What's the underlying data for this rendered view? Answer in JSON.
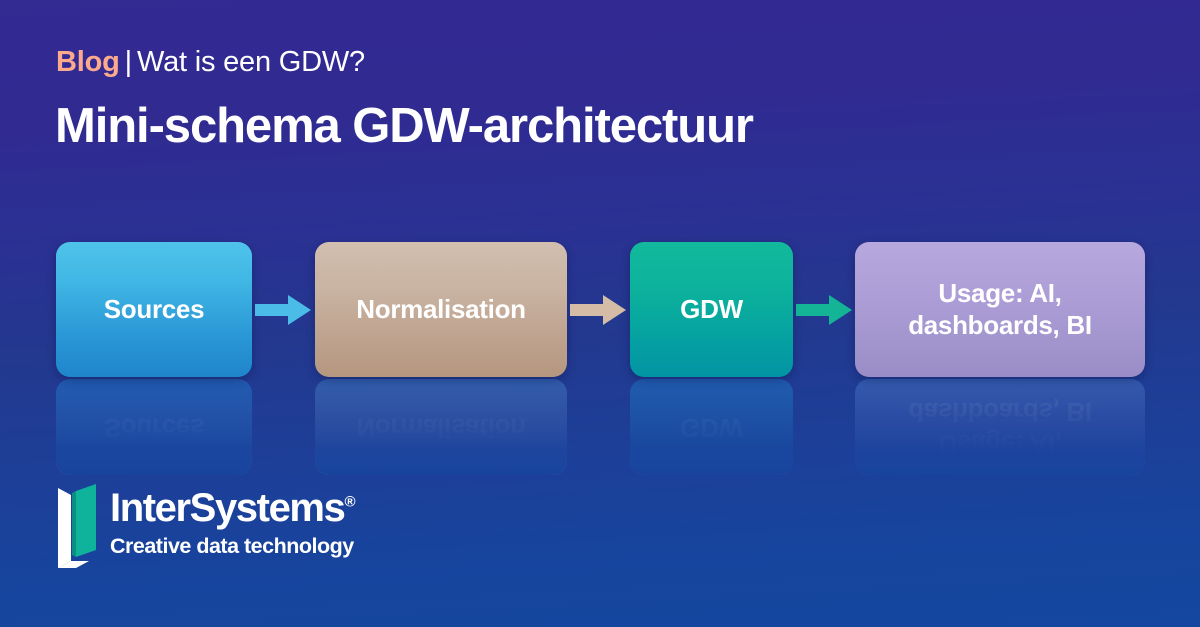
{
  "background": {
    "gradient_top": "#332a92",
    "gradient_bottom": "#14479f"
  },
  "header": {
    "eyebrow_label": "Blog",
    "eyebrow_separator": "|",
    "eyebrow_subtitle": "Wat is een GDW?",
    "eyebrow_label_color": "#fca98e",
    "title": "Mini-schema GDW-architectuur",
    "title_color": "#ffffff"
  },
  "diagram": {
    "nodes": [
      {
        "label": "Sources",
        "color_top": "#4fc3ea",
        "color_bottom": "#1f85cb"
      },
      {
        "label": "Normalisation",
        "color_top": "#d2bfb0",
        "color_bottom": "#b5977f"
      },
      {
        "label": "GDW",
        "color_top": "#12b99b",
        "color_bottom": "#0294a3"
      },
      {
        "label": "Usage: AI, dashboards, BI",
        "color_top": "#b7a9dd",
        "color_bottom": "#9a8cc6"
      }
    ],
    "arrows": [
      {
        "name": "arrow-sources-to-normalisation",
        "color": "#4bbce8"
      },
      {
        "name": "arrow-normalisation-to-gdw",
        "color": "#d5bca6"
      },
      {
        "name": "arrow-gdw-to-usage",
        "color": "#13b596"
      }
    ]
  },
  "logo": {
    "wordmark": "InterSystems",
    "registered_mark": "®",
    "tagline": "Creative data technology",
    "mark_white": "#ffffff",
    "mark_teal": "#0fb39c"
  }
}
